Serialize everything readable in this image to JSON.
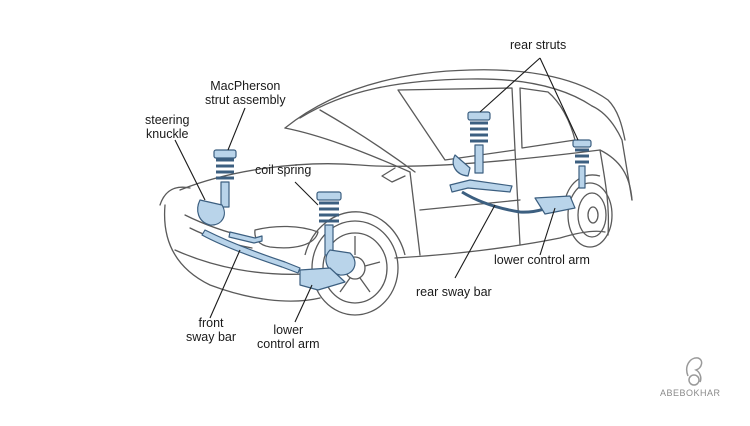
{
  "labels": {
    "macpherson": [
      "MacPherson",
      "strut assembly"
    ],
    "steering_knuckle": [
      "steering",
      "knuckle"
    ],
    "coil_spring": "coil spring",
    "rear_struts": "rear struts",
    "lower_control_arm_rear": "lower control arm",
    "rear_sway_bar": "rear sway bar",
    "front_sway_bar": [
      "front",
      "sway bar"
    ],
    "lower_control_arm_front": [
      "lower",
      "control arm"
    ]
  },
  "watermark": "ABEBOKHAR",
  "colors": {
    "outline": "#5a5a5a",
    "part_fill": "#b9d4ea",
    "part_stroke": "#3c5f80",
    "leader": "#1a1a1a"
  }
}
